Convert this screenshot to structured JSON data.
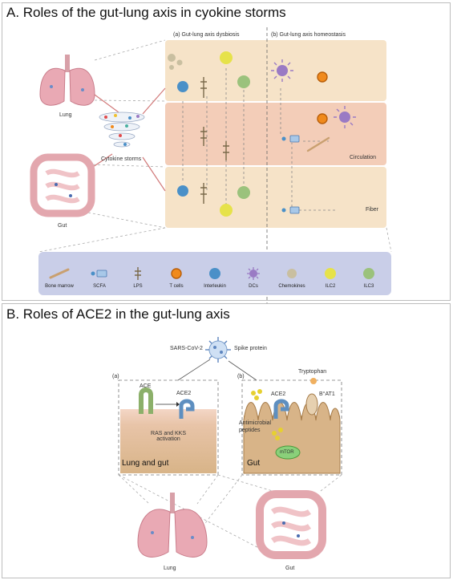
{
  "panel_a": {
    "title": "A. Roles of the gut-lung axis in cyokine storms",
    "dysbiosis_label": "(a) Gut-lung axis dysbiosis",
    "homeostasis_label": "(b) Gut-lung axis homeostasis",
    "lung_label": "Lung",
    "gut_label": "Gut",
    "cytokine_label": "Cytokine storms",
    "circulation_label": "Circulation",
    "fiber_label": "Fiber",
    "legend": [
      {
        "label": "Bone marrow",
        "icon": "bone-marrow-icon"
      },
      {
        "label": "SCFA",
        "icon": "scfa-icon"
      },
      {
        "label": "LPS",
        "icon": "lps-icon"
      },
      {
        "label": "T cells",
        "icon": "t-cells-icon"
      },
      {
        "label": "Interleukin",
        "icon": "interleukin-icon"
      },
      {
        "label": "DCs",
        "icon": "dcs-icon"
      },
      {
        "label": "Chemokines",
        "icon": "chemokines-icon"
      },
      {
        "label": "ILC2",
        "icon": "ilc2-icon"
      },
      {
        "label": "ILC3",
        "icon": "ilc3-icon"
      }
    ],
    "colors": {
      "band_lung": "#f6e3c8",
      "band_circulation": "#f3cdb8",
      "band_gut": "#f6e3c8",
      "legend_bg": "#c9cee8",
      "t_cell": "#f08a1c",
      "interleukin": "#4a90c8",
      "dc": "#9a7ac4",
      "chemokine": "#c9bfa0",
      "ilc2": "#e6e24a",
      "ilc3": "#9bc27c"
    }
  },
  "panel_b": {
    "title": "B. Roles of ACE2 in the gut-lung axis",
    "virus_label": "SARS-CoV-2",
    "spike_label": "Spike protein",
    "sub_a": "(a)",
    "sub_b": "(b)",
    "ace_label": "ACE",
    "ace2_label_a": "ACE2",
    "ras_label": "RAS and KKS activation",
    "lung_gut_label": "Lung and gut",
    "tryptophan_label": "Tryptophan",
    "ace2_label_b": "ACE2",
    "bat1_label": "B°AT1",
    "antimicrobial_label": "Antimicrobial peptides",
    "mtor_label": "mTOR",
    "gut_tissue_label": "Gut",
    "lung_label": "Lung",
    "gut_label": "Gut"
  }
}
